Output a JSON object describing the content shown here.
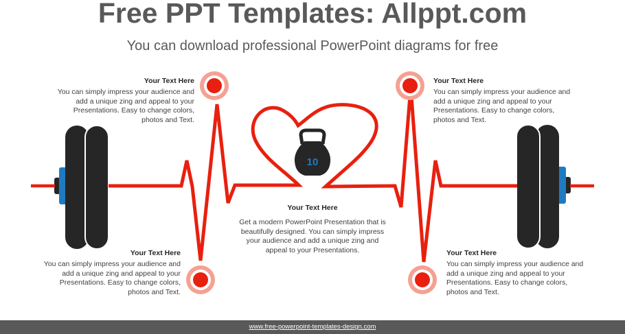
{
  "header": {
    "title": "Free PPT Templates: Allppt.com",
    "subtitle": "You can download professional PowerPoint diagrams for free"
  },
  "colors": {
    "line": "#e8200f",
    "weight": "#262626",
    "collar": "#1f7bc1",
    "kettlebell_number": "#1f7bc1",
    "dot_core": "#e8200f",
    "dot_halo": "#f4a193"
  },
  "kettlebell": {
    "label": "10"
  },
  "blocks": {
    "top_left": {
      "heading": "Your Text  Here",
      "body": [
        "You can simply impress your audience and",
        "add a unique zing and appeal to your",
        "Presentations. Easy to change colors,",
        "photos and Text."
      ]
    },
    "top_right": {
      "heading": "Your Text  Here",
      "body": [
        "You can simply impress your audience and",
        "add a unique zing and appeal to your",
        "Presentations. Easy to change colors,",
        "photos and Text."
      ]
    },
    "bottom_left": {
      "heading": "Your Text  Here",
      "body": [
        "You can simply impress your audience and",
        "add a unique zing and appeal to your",
        "Presentations. Easy to change colors,",
        "photos and Text."
      ]
    },
    "bottom_right": {
      "heading": "Your Text  Here",
      "body": [
        "You can simply impress your audience and",
        "add a unique zing and appeal to your",
        "Presentations. Easy to change colors,",
        "photos and Text."
      ]
    },
    "center": {
      "heading": "Your Text  Here",
      "body": [
        "Get a modern PowerPoint  Presentation that is",
        "beautifully designed. You can simply impress",
        "your audience and add a unique zing and",
        "appeal to your Presentations."
      ]
    }
  },
  "footer": {
    "url": "www.free-powerpoint-templates-design.com"
  }
}
